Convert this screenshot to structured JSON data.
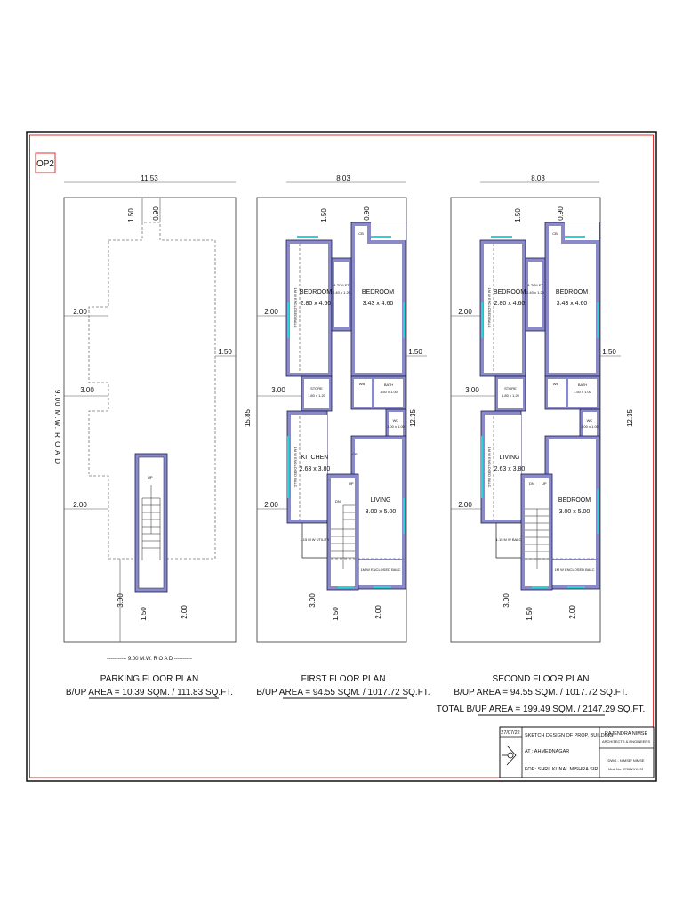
{
  "sheet": {
    "code": "OP2",
    "border_color": "#e03030",
    "wall_color": "#8a8ac8",
    "window_color": "#2ad4d4"
  },
  "parking": {
    "dims": {
      "width": "11.53",
      "top_a": "1.50",
      "top_b": "0.90",
      "left_1": "2.00",
      "left_2": "3.00",
      "left_3": "2.00",
      "right": "1.50",
      "bot_1": "3.00",
      "bot_2": "1.50",
      "bot_3": "2.00"
    },
    "road_side": "9.00 M.W.  R O A D",
    "road_bottom": "----------- 9.00 M.W.  R O A D ----------",
    "stair_up": "UP",
    "title": "PARKING FLOOR PLAN",
    "area": "B/UP AREA = 10.39  SQM. / 111.83 SQ.FT."
  },
  "first": {
    "dims": {
      "width": "8.03",
      "top_a": "1.50",
      "top_b": "0.90",
      "left_1": "2.00",
      "left_2": "3.00",
      "left_3": "2.00",
      "right": "1.50",
      "height": "15.85",
      "bot_1": "3.00",
      "bot_2": "1.50",
      "bot_3": "2.00"
    },
    "rooms": {
      "bed1": "BEDROOM",
      "bed1_size": "2.80 x 4.60",
      "bed2": "BEDROOM",
      "bed2_size": "3.43 x 4.60",
      "toilet": "A.TOILET",
      "toilet_size": "2.40 x 1.20",
      "cb": "CB",
      "store": "STORE",
      "store_size": "1.80 x 1.20",
      "wb": "WB",
      "bath": "BATH",
      "bath_size": "1.50 x 1.00",
      "wc": "WC",
      "wc_size": "1.00 x 1.00",
      "kitchen": "KITCHEN",
      "kitchen_size": "2.63 x 3.80",
      "living": "LIVING",
      "living_size": "3.00 x 5.00",
      "balc_side": "1M W ENCLOSED BALC",
      "balc_side2": "1M W ENCLOSED BALC",
      "utility": "1.15 M W UTILITY",
      "balc_bottom": "1M W ENCLOSED BALC",
      "dn": "DN",
      "up": "UP",
      "cp": "CP"
    },
    "title": "FIRST FLOOR PLAN",
    "area": "B/UP AREA = 94.55  SQM. / 1017.72 SQ.FT."
  },
  "second": {
    "dims": {
      "width": "8.03",
      "top_a": "1.50",
      "top_b": "0.90",
      "left_1": "2.00",
      "left_2": "3.00",
      "left_3": "2.00",
      "right": "1.50",
      "height": "12.35",
      "bot_1": "3.00",
      "bot_2": "1.50",
      "bot_3": "2.00"
    },
    "first_height": "12.35",
    "rooms": {
      "bed1": "BEDROOM",
      "bed1_size": "2.80 x 4.60",
      "bed2": "BEDROOM",
      "bed2_size": "3.43 x 4.60",
      "toilet": "A.TOILET",
      "toilet_size": "2.40 x 1.20",
      "cb": "CB",
      "store": "STORE",
      "store_size": "1.80 x 1.20",
      "wb": "WB",
      "bath": "BATH",
      "bath_size": "1.50 x 1.00",
      "wc": "WC",
      "wc_size": "1.00 x 1.00",
      "living": "LIVING",
      "living_size": "2.63 x 3.80",
      "bed3": "BEDROOM",
      "bed3_size": "3.00 x 5.00",
      "balc_side": "1M W ENCLOSED BALC",
      "balc_side2": "1M W ENCLOSED BALC",
      "balc_small": "1.15 M W BALC",
      "balc_bottom": "1M W ENCLOSED BALC",
      "dn": "DN",
      "up": "UP"
    },
    "title": "SECOND FLOOR PLAN",
    "area": "B/UP AREA = 94.55  SQM. / 1017.72 SQ.FT.",
    "total_area": "TOTAL B/UP AREA = 199.49  SQM. / 2147.29 SQ.FT."
  },
  "title_block": {
    "date": "27/07/22",
    "project": "SKETCH DESIGN OF PROP. BUILDING",
    "location": "AT : AHMEDNAGAR",
    "client": "FOR:  SHRI. KUNAL MISHRA SIR",
    "firm": "RAJENDRA NIMSE",
    "firm_sub": "ARCHITECTS & ENGINEERS",
    "dwg": "DWG - NIMSE/ NIMSE",
    "mobile": "Mob.No: 8788XXX451"
  }
}
